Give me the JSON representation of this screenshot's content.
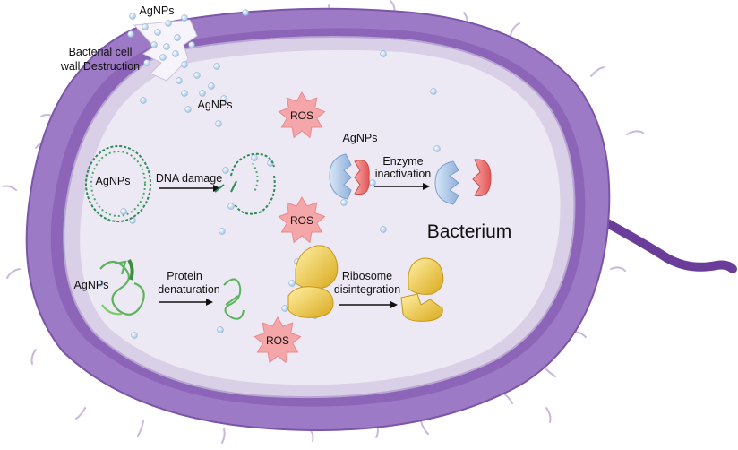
{
  "labels": {
    "agnps_top": "AgNPs",
    "cell_wall_line1": "Bacterial cell",
    "cell_wall_line2": "wall Destruction",
    "agnps_mid": "AgNPs",
    "ros": "ROS",
    "agnps_enzyme": "AgNPs",
    "enzyme_line1": "Enzyme",
    "enzyme_line2": "inactivation",
    "agnps_dna": "AgNPs",
    "dna_damage": "DNA damage",
    "bacterium": "Bacterium",
    "agnps_protein": "AgNPs",
    "protein_line1": "Protein",
    "protein_line2": "denaturation",
    "ribosome_line1": "Ribosome",
    "ribosome_line2": "disintegration"
  },
  "colors": {
    "outer_wall": "#9d7ac6",
    "outer_wall_stroke": "#6f4a9e",
    "inner_band": "#8c64b8",
    "membrane": "#d9cfe6",
    "cytoplasm": "#ece9f4",
    "flagellum": "#6a3d9a",
    "ros_star": "#f4a6a8",
    "nanoparticle": "#cfe2f3",
    "dna": "#2e8b57",
    "enzyme_blue": "#a9c6e8",
    "enzyme_red": "#ef6f6f",
    "ribosome": "#f0c93a",
    "protein": "#5bb35a"
  },
  "icons": [
    "ros-star",
    "silver-nanoparticle",
    "circular-dna",
    "broken-dna",
    "enzyme",
    "ribosome",
    "protein-coil",
    "flagellum",
    "pili"
  ]
}
